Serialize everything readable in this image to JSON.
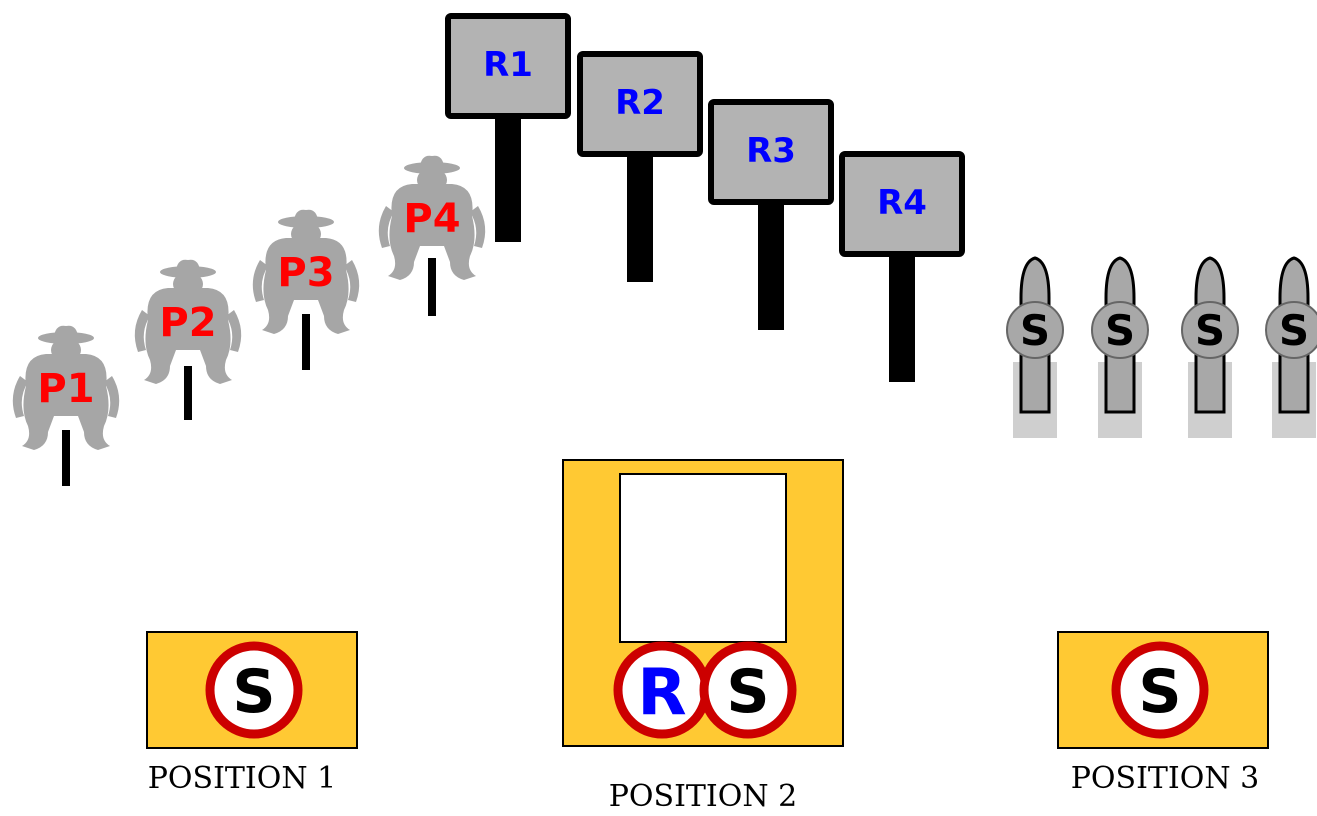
{
  "colors": {
    "popper_gray": "#a6a6a6",
    "popper_text": "#ff0000",
    "plate_gray": "#b3b3b3",
    "plate_text": "#0000ff",
    "box_yellow": "#ffc933",
    "ring_red": "#cc0000",
    "stand_black": "#000000",
    "steel_gray": "#a8a8a8",
    "steel_base": "#cfcfcf"
  },
  "poppers": [
    {
      "label": "P1"
    },
    {
      "label": "P2"
    },
    {
      "label": "P3"
    },
    {
      "label": "P4"
    }
  ],
  "plates": [
    {
      "label": "R1"
    },
    {
      "label": "R2"
    },
    {
      "label": "R3"
    },
    {
      "label": "R4"
    }
  ],
  "steels": [
    {
      "label": "S"
    },
    {
      "label": "S"
    },
    {
      "label": "S"
    },
    {
      "label": "S"
    }
  ],
  "positions": [
    {
      "label": "POSITION 1",
      "markers": [
        "S"
      ]
    },
    {
      "label": "POSITION 2",
      "markers": [
        "R",
        "S"
      ]
    },
    {
      "label": "POSITION 3",
      "markers": [
        "S"
      ]
    }
  ]
}
